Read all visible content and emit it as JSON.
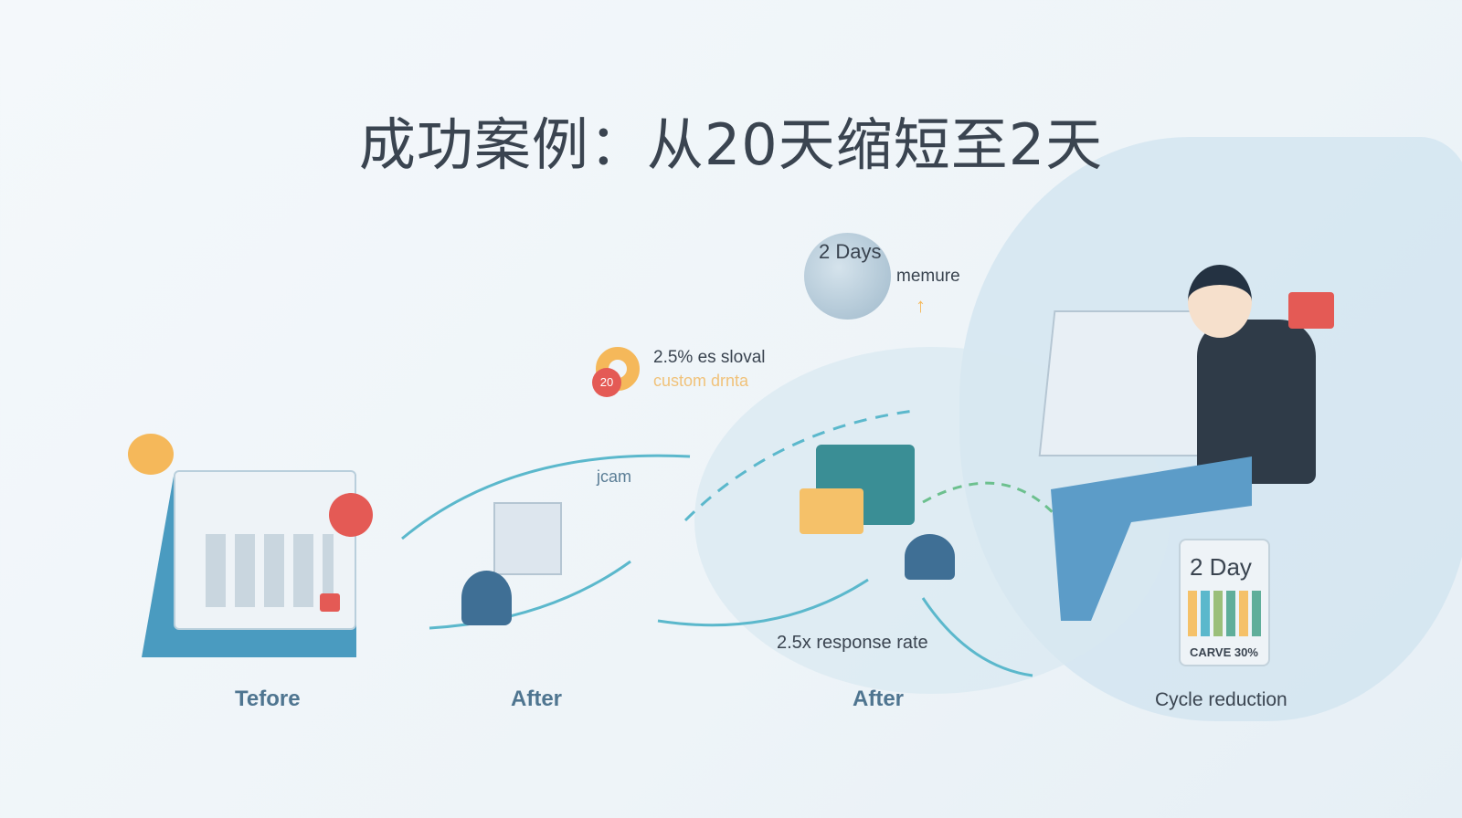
{
  "title": "成功案例：从20天缩短至2天",
  "labels": {
    "before": "Tefore",
    "after1": "After",
    "after2": "After",
    "cycle": "Cycle reduction"
  },
  "globe": {
    "days": "2 Days",
    "caption": "memure"
  },
  "stat": {
    "badge": "20",
    "line1": "2.5% es sloval",
    "line2": "custom drnta"
  },
  "middle": {
    "jcam": "jcam",
    "response": "2.5x response rate"
  },
  "card": {
    "title": "2 Day",
    "caption": "CARVE 30%"
  },
  "colors": {
    "accent": "#5bb8cc",
    "orange": "#f5b85a",
    "red": "#e45a55"
  }
}
